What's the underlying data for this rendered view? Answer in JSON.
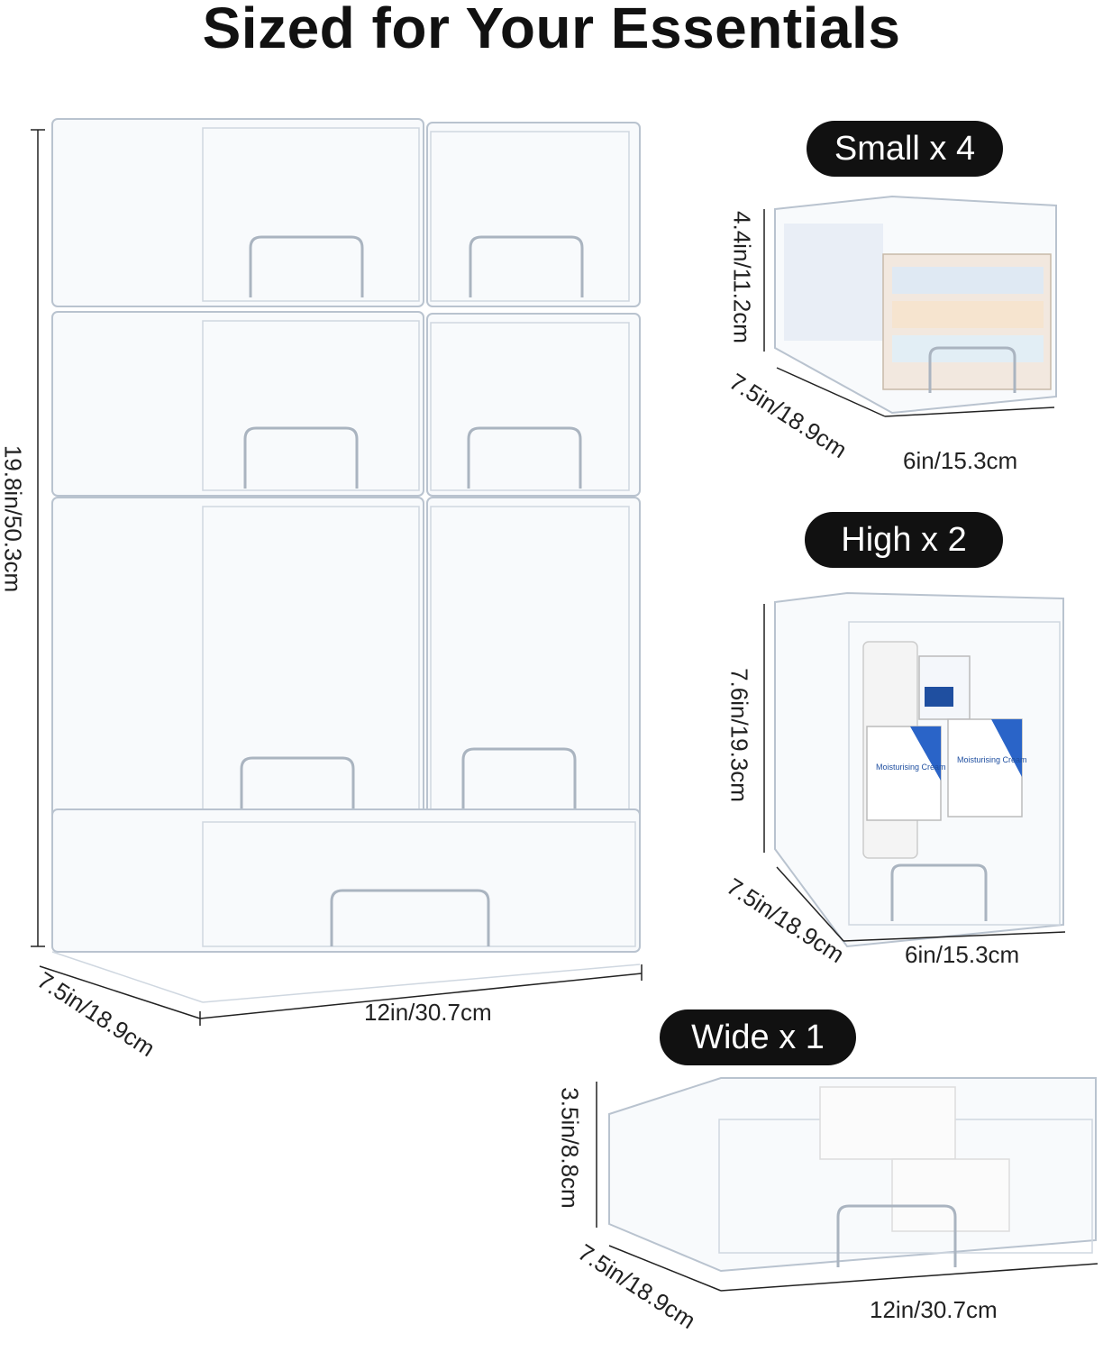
{
  "title": "Sized for Your Essentials",
  "stack": {
    "height_label": "19.8in/50.3cm",
    "depth_label": "7.5in/18.9cm",
    "width_label": "12in/30.7cm"
  },
  "small": {
    "badge": "Small x 4",
    "height_label": "4.4in/11.2cm",
    "depth_label": "7.5in/18.9cm",
    "width_label": "6in/15.3cm"
  },
  "high": {
    "badge": "High x 2",
    "height_label": "7.6in/19.3cm",
    "depth_label": "7.5in/18.9cm",
    "width_label": "6in/15.3cm",
    "product_label_1": "Moisturising Cream",
    "product_label_2": "Moisturising Cream"
  },
  "wide": {
    "badge": "Wide x 1",
    "height_label": "3.5in/8.8cm",
    "depth_label": "7.5in/18.9cm",
    "width_label": "12in/30.7cm"
  },
  "colors": {
    "badge_bg": "#111111",
    "badge_text": "#ffffff",
    "drawer_stroke": "#b9c3cf"
  }
}
